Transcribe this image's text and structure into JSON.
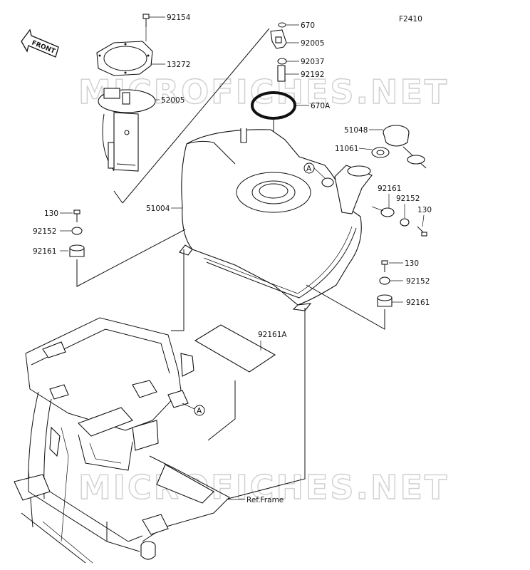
{
  "figure_code": "F2410",
  "front_label": "FRONT",
  "watermark": "MICROFICHES.NET",
  "ref_frame": "Ref.Frame",
  "callout_a": "A",
  "parts": {
    "p92154": "92154",
    "p13272": "13272",
    "p52005": "52005",
    "p670": "670",
    "p92005": "92005",
    "p92037": "92037",
    "p92192": "92192",
    "p670a": "670A",
    "p51048": "51048",
    "p11061": "11061",
    "p51004": "51004",
    "p92161_right": "92161",
    "p92152_right": "92152",
    "p130_right": "130",
    "p130_left": "130",
    "p92152_left": "92152",
    "p92161_left": "92161",
    "p130_lower": "130",
    "p92152_lower": "92152",
    "p92161_lower": "92161",
    "p92161a": "92161A"
  }
}
